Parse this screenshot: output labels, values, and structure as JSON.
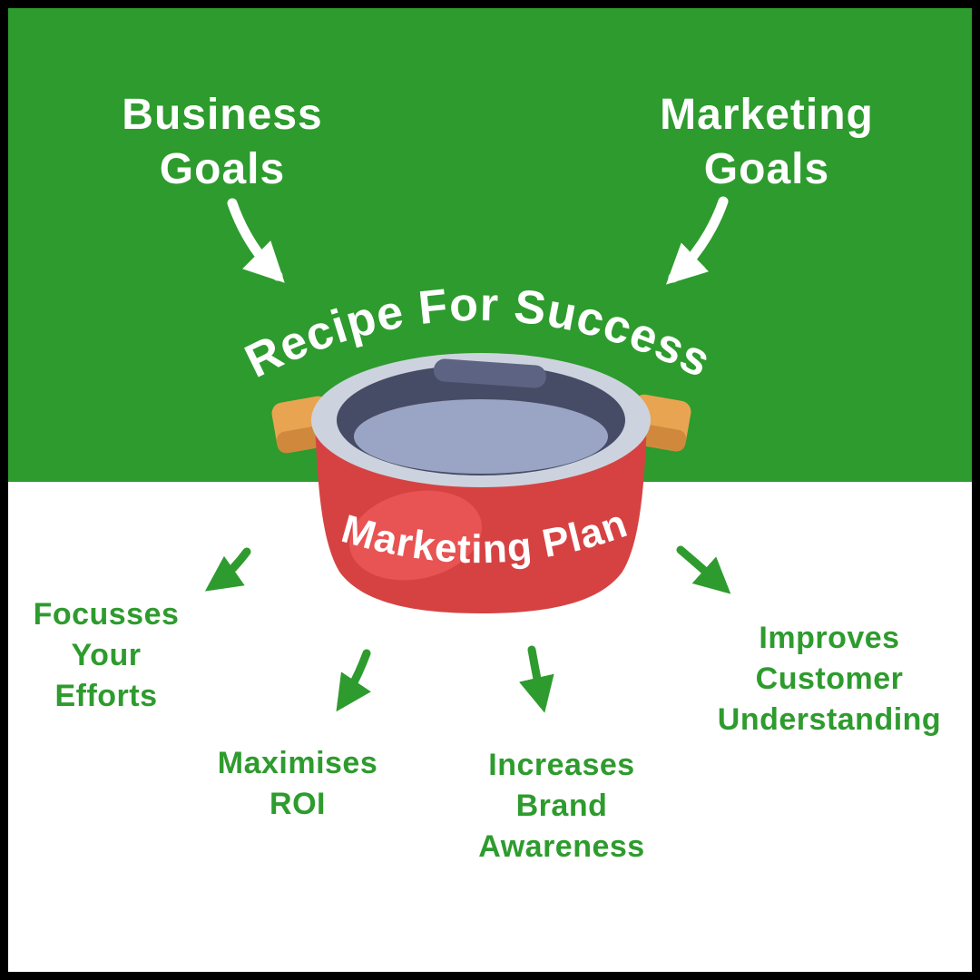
{
  "colors": {
    "background_green": "#2D9B2D",
    "background_white": "#FFFFFF",
    "border_black": "#000000",
    "label_white": "#FFFFFF",
    "label_green": "#2E9B2E",
    "pot_body_red": "#D64242",
    "pot_highlight_red": "#E85353",
    "pot_rim_gray": "#CDD3DE",
    "pot_interior_navy": "#474C66",
    "pot_floor_blue": "#9AA4C4",
    "pot_reflection_blue": "#5D6382",
    "handle_orange": "#E9A452",
    "handle_orange_dark": "#D0893C"
  },
  "ingredients": {
    "business_goals": [
      "Business",
      "Goals"
    ],
    "marketing_goals": [
      "Marketing",
      "Goals"
    ]
  },
  "center": {
    "arc_title": "Recipe For Success",
    "pot_label": "Marketing Plan"
  },
  "benefits": {
    "focus": [
      "Focusses",
      "Your",
      "Efforts"
    ],
    "roi": [
      "Maximises",
      "ROI"
    ],
    "brand": [
      "Increases",
      "Brand",
      "Awareness"
    ],
    "customer": [
      "Improves",
      "Customer",
      "Understanding"
    ]
  }
}
